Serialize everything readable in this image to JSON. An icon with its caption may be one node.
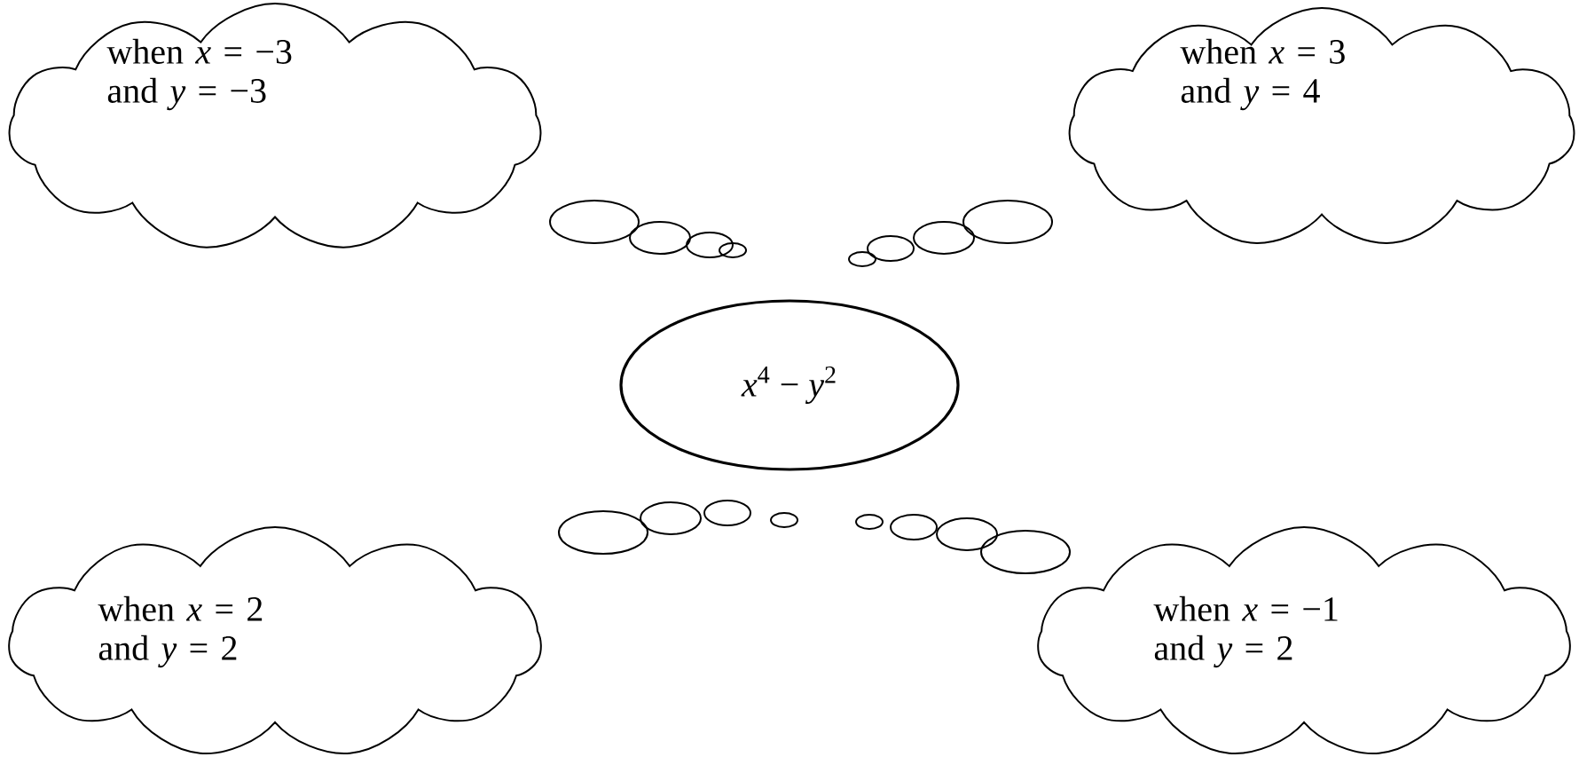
{
  "diagram": {
    "nodes": [
      {
        "text": [
          "when *x* = −3 and *y* = −3"
        ]
      },
      {
        "text": [
          "when *x* = 3 and *y* = 4"
        ]
      },
      {
        "text": [
          "*x*$^{4}$ − *y*$^{2}$"
        ]
      },
      {
        "text": [
          "when *x* = 2 and *y* = 2"
        ]
      },
      {
        "text": [
          "when *x* = −1 and *y* = 2"
        ]
      }
    ]
  }
}
